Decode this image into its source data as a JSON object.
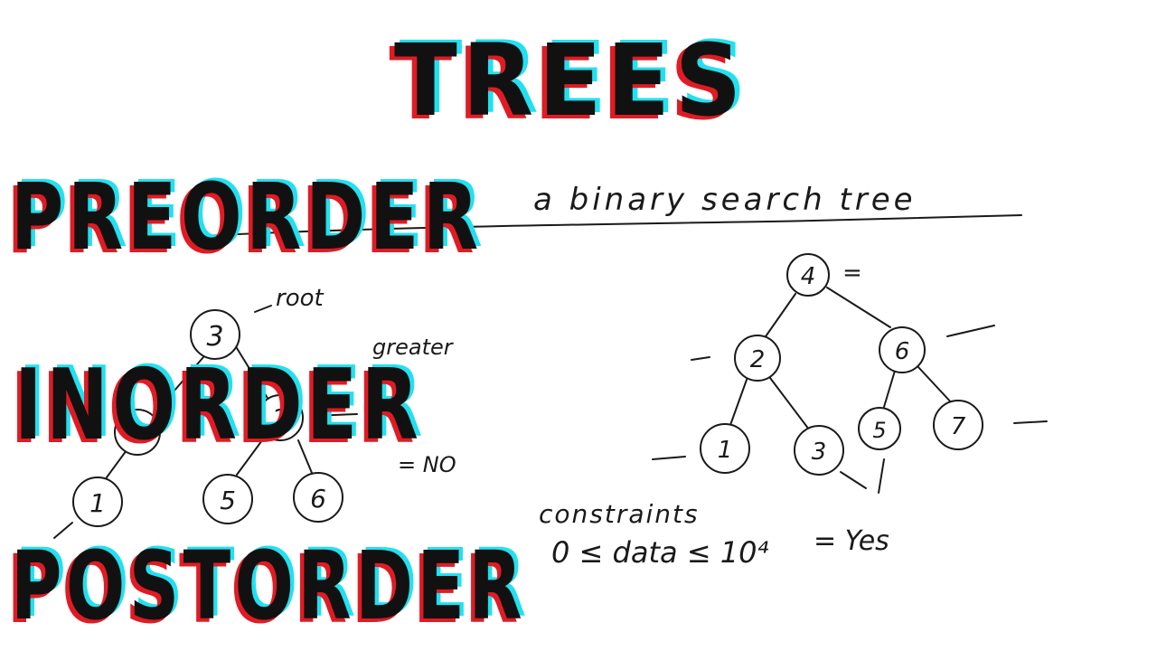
{
  "colors": {
    "background": "#ffffff",
    "title_text": "#111111",
    "glitch_red": "#e01b24",
    "glitch_cyan": "#22e0f0",
    "ink": "#1a1a1a"
  },
  "overlay_titles": [
    "TREES",
    "PREORDER",
    "INORDER",
    "POSTORDER"
  ],
  "whiteboard": {
    "heading": "a binary search tree",
    "left_tree": {
      "nodes": [
        "3",
        "2",
        "1",
        "5",
        "6"
      ],
      "annotations": [
        "root",
        "greater",
        "= NO"
      ]
    },
    "right_tree": {
      "nodes": [
        "4",
        "2",
        "6",
        "1",
        "3",
        "5",
        "7"
      ],
      "annotations": [
        "="
      ]
    },
    "constraints_label": "constraints",
    "constraint_expr": "0 ≤ data ≤ 10⁴",
    "constraint_answer": "= Yes"
  }
}
